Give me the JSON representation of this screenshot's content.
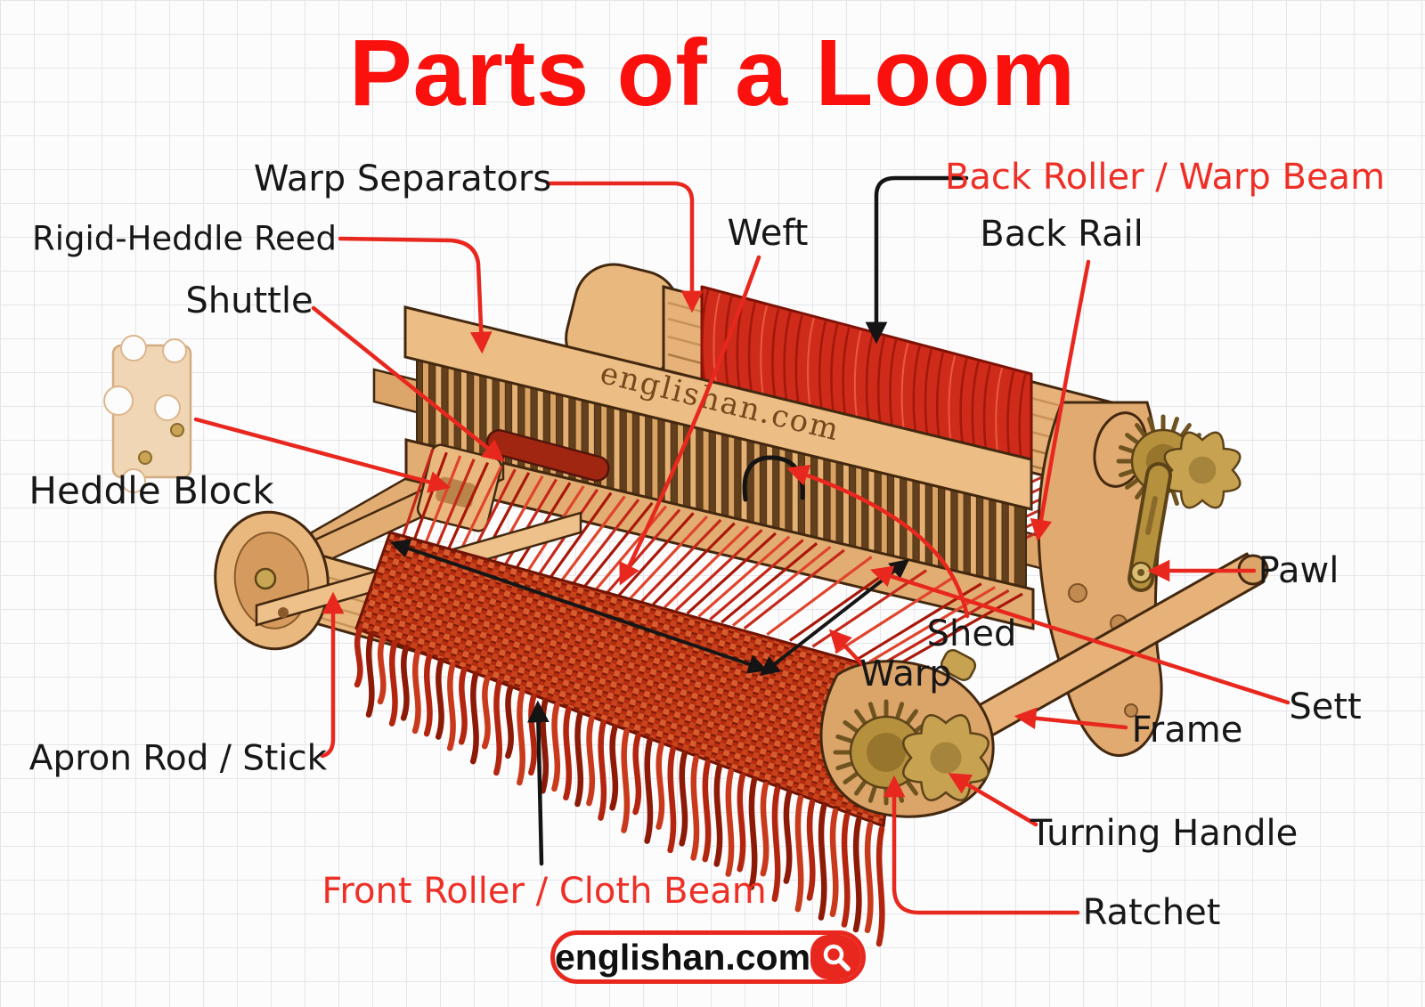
{
  "title": {
    "text": "Parts of a Loom",
    "color": "#fa100c"
  },
  "watermark": {
    "text": "englishan.com"
  },
  "badge": {
    "text": "englishan.com",
    "icon": "magnifier-icon",
    "border_color": "#e8281e"
  },
  "colors": {
    "label_black": "#171717",
    "label_red": "#ee2f26",
    "connector_red": "#e8281e",
    "connector_black": "#141414",
    "wood": "#e9b87e",
    "wood_dark": "#c08a50",
    "yarn_red": "#cf2b1a",
    "cloth_red": "#b62c10",
    "brass": "#c6a251",
    "background": "#fcfcfd",
    "grid": "#e5e6e9"
  },
  "labels": [
    {
      "id": "warp-separators",
      "text": "Warp Separators",
      "color": "black"
    },
    {
      "id": "rigid-heddle-reed",
      "text": "Rigid-Heddle Reed",
      "color": "black"
    },
    {
      "id": "shuttle",
      "text": "Shuttle",
      "color": "black"
    },
    {
      "id": "heddle-block",
      "text": "Heddle Block",
      "color": "black"
    },
    {
      "id": "weft",
      "text": "Weft",
      "color": "black"
    },
    {
      "id": "back-roller-warp-beam",
      "text": "Back Roller / Warp Beam",
      "color": "red"
    },
    {
      "id": "back-rail",
      "text": "Back Rail",
      "color": "black"
    },
    {
      "id": "pawl",
      "text": "Pawl",
      "color": "black"
    },
    {
      "id": "shed",
      "text": "Shed",
      "color": "black"
    },
    {
      "id": "warp",
      "text": "Warp",
      "color": "black"
    },
    {
      "id": "sett",
      "text": "Sett",
      "color": "black"
    },
    {
      "id": "frame",
      "text": "Frame",
      "color": "black"
    },
    {
      "id": "apron-rod-stick",
      "text": "Apron Rod / Stick",
      "color": "black"
    },
    {
      "id": "turning-handle",
      "text": "Turning Handle",
      "color": "black"
    },
    {
      "id": "ratchet",
      "text": "Ratchet",
      "color": "black"
    },
    {
      "id": "front-roller-cloth-beam",
      "text": "Front Roller / Cloth Beam",
      "color": "red"
    }
  ]
}
